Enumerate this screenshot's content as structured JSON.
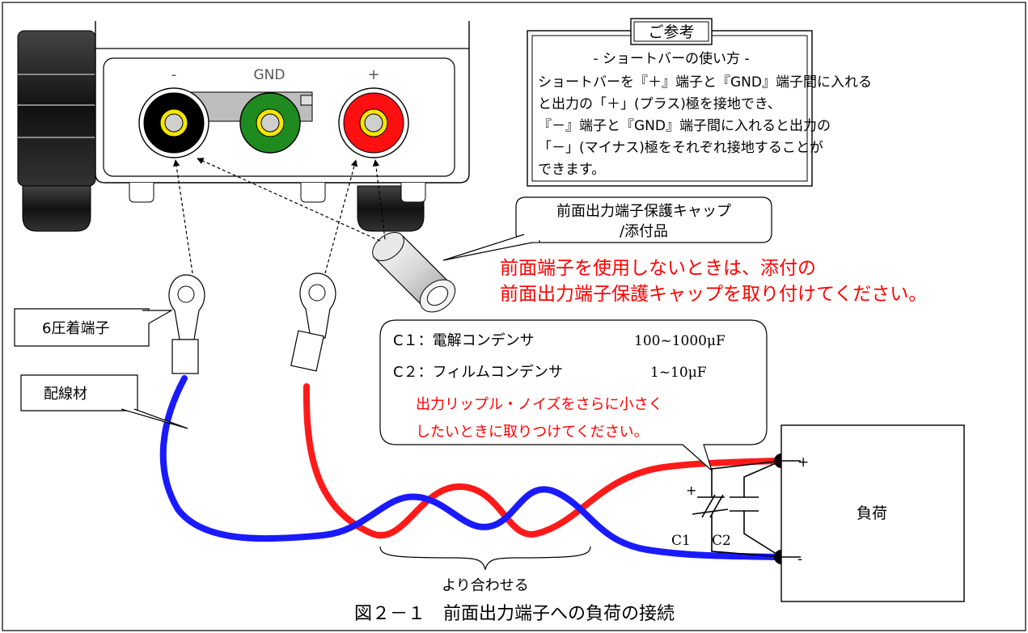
{
  "device": {
    "terminal_minus": "-",
    "terminal_gnd": "GND",
    "terminal_plus": "+"
  },
  "reference_box": {
    "title": "ご参考",
    "subtitle": "- ショートバーの使い方 -",
    "lines": [
      "ショートバーを『＋』端子と『GND』端子間に入れる",
      "と出力の「＋」(プラス)極を接地でき、",
      "『－』端子と『GND』端子間に入れると出力の",
      "「－」(マイナス)極をそれぞれ接地することが",
      "できます。"
    ]
  },
  "callouts": {
    "cap_label_line1": "前面出力端子保護キャップ",
    "cap_label_line2": "/添付品",
    "cap_notice_line1": "前面端子を使用しないときは、添付の",
    "cap_notice_line2": "前面出力端子保護キャップを取り付けてください。",
    "crimp_terminal": "6圧着端子",
    "wire": "配線材"
  },
  "capacitor_note": {
    "c1_line": "C１：電解コンデンサ",
    "c1_value": "100~1000μF",
    "c2_line": "C２：フィルムコンデンサ",
    "c2_value": "1~10μF",
    "note_line1": "出力リップル・ノイズをさらに小さく",
    "note_line2": "したいときに取りつけてください。"
  },
  "circuit": {
    "c1_label": "C1",
    "c2_label": "C2",
    "plus_mark": "+",
    "load_label": "負荷",
    "load_plus": "+",
    "load_minus": "-"
  },
  "twist_label": "より合わせる",
  "figure_caption": "図２－１　前面出力端子への負荷の接続",
  "colors": {
    "red_wire": "#ff1a1a",
    "blue_wire": "#1a1aff",
    "red_text": "#ff0000",
    "terminal_black": "#000000",
    "terminal_green": "#1f8a1f",
    "terminal_red": "#ff1010",
    "ring_yellow": "#f5e600"
  }
}
